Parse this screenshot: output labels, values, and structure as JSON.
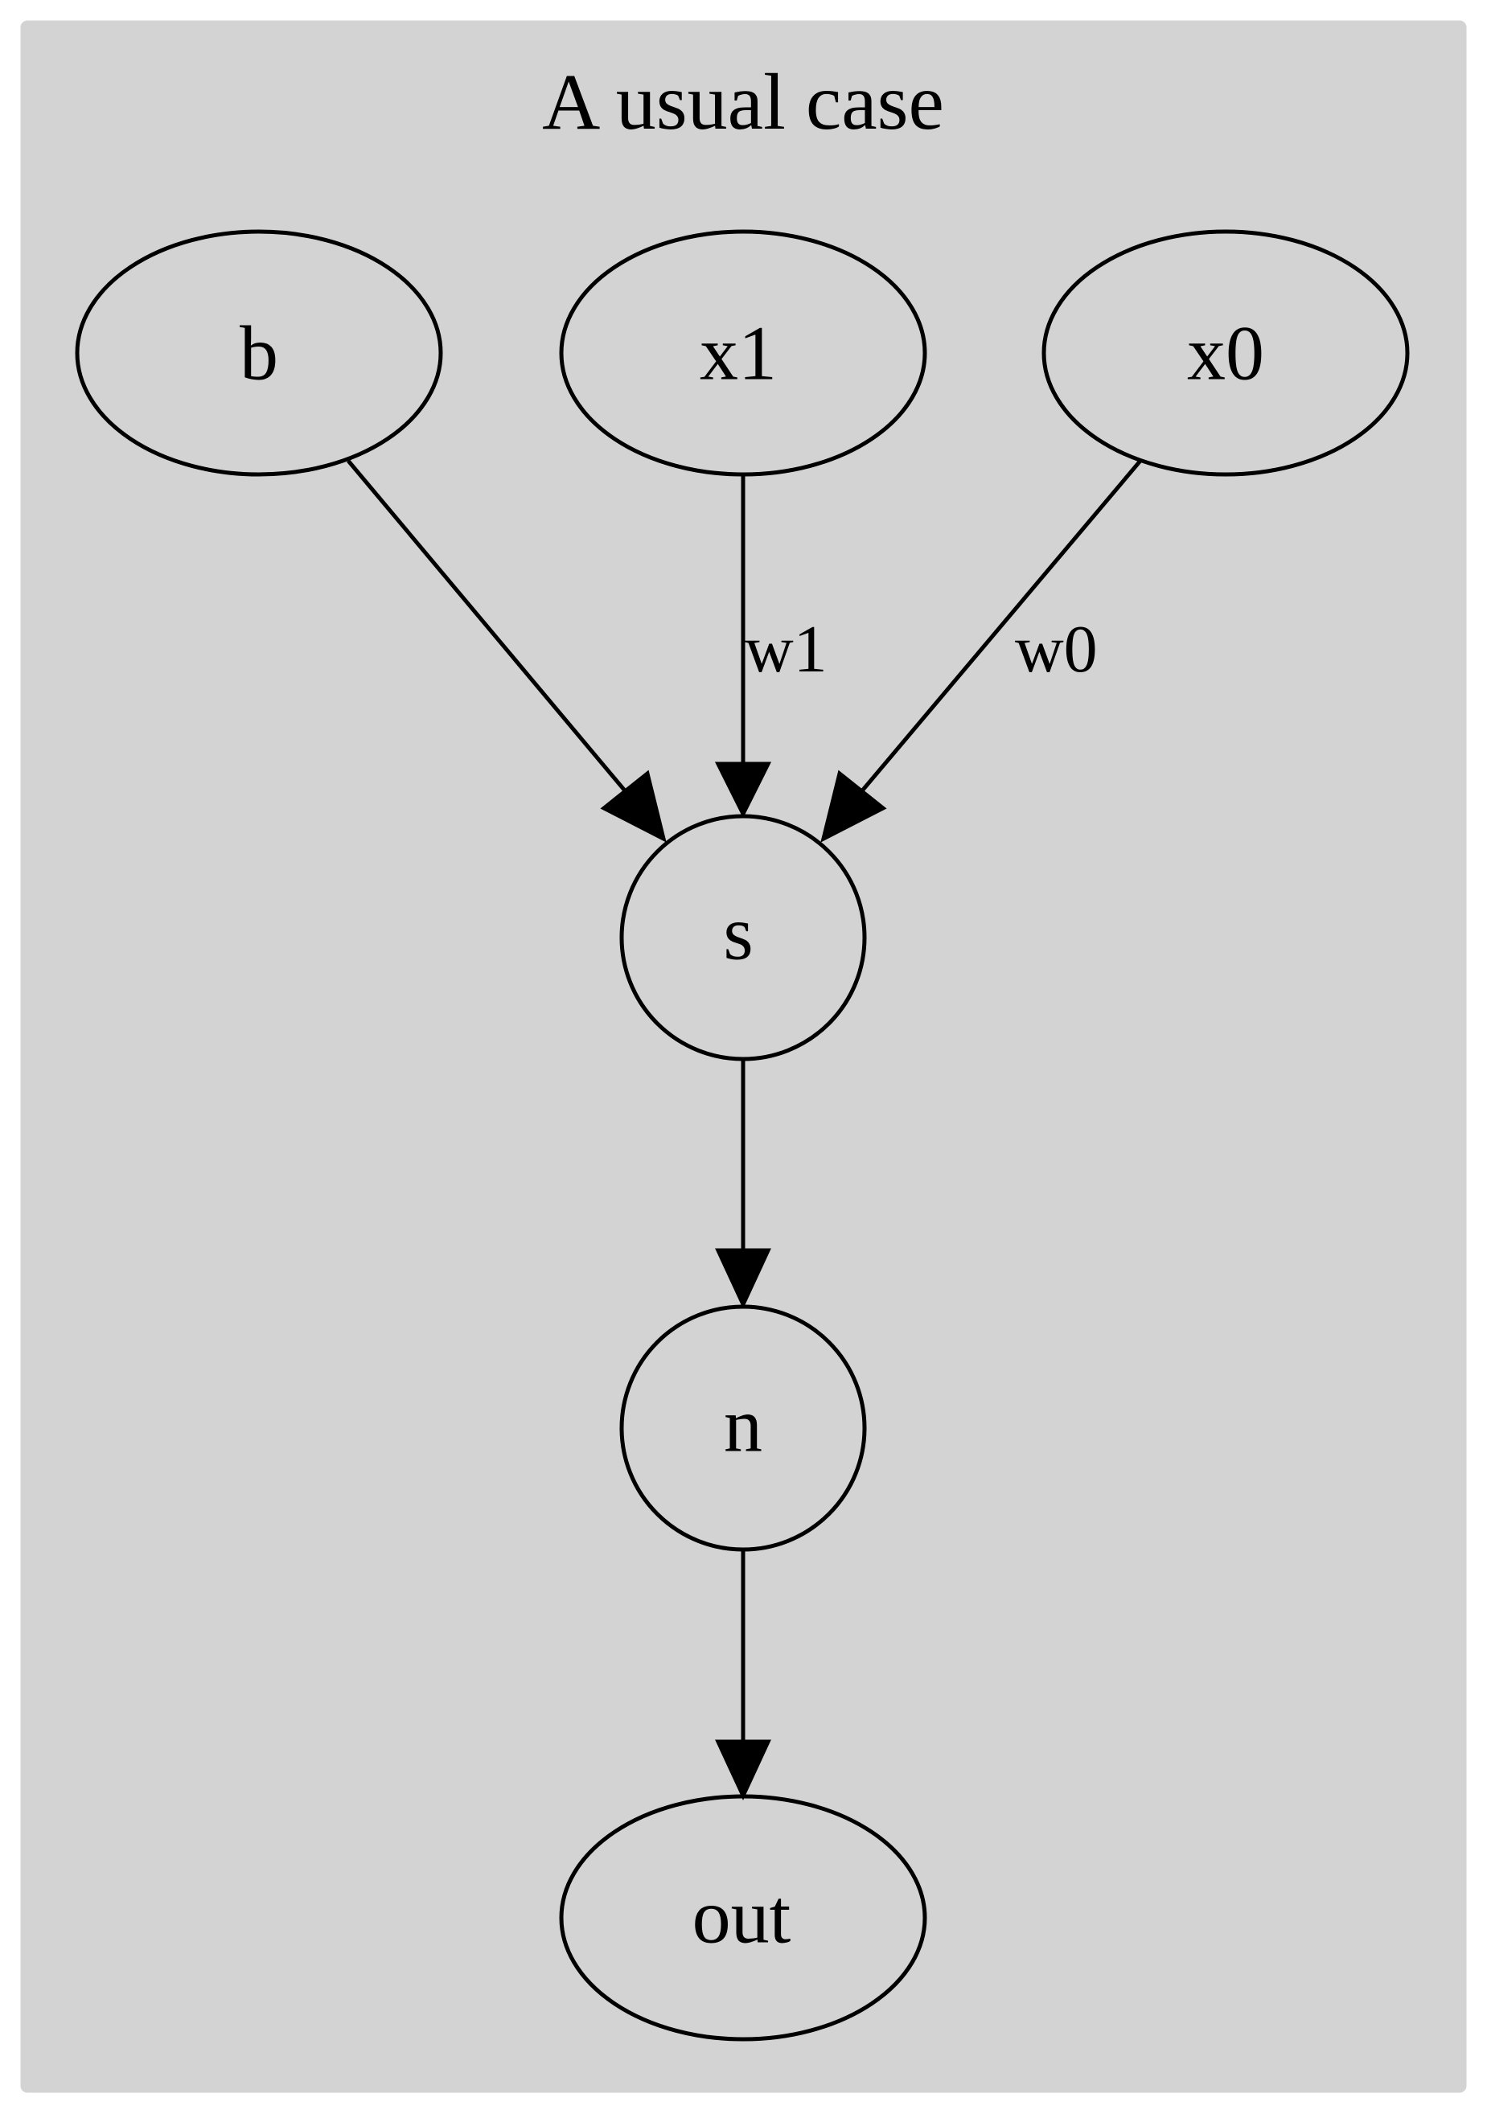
{
  "title": "A usual case",
  "colors": {
    "cluster_fill": "#d3d3d3",
    "stroke": "#000000",
    "background": "#ffffff"
  },
  "nodes": [
    {
      "id": "b",
      "label": "b",
      "shape": "ellipse"
    },
    {
      "id": "x1",
      "label": "x1",
      "shape": "ellipse"
    },
    {
      "id": "x0",
      "label": "x0",
      "shape": "ellipse"
    },
    {
      "id": "s",
      "label": "s",
      "shape": "circle"
    },
    {
      "id": "n",
      "label": "n",
      "shape": "circle"
    },
    {
      "id": "out",
      "label": "out",
      "shape": "ellipse"
    }
  ],
  "edges": [
    {
      "from": "b",
      "to": "s",
      "label": ""
    },
    {
      "from": "x1",
      "to": "s",
      "label": "w1"
    },
    {
      "from": "x0",
      "to": "s",
      "label": "w0"
    },
    {
      "from": "s",
      "to": "n",
      "label": ""
    },
    {
      "from": "n",
      "to": "out",
      "label": ""
    }
  ]
}
